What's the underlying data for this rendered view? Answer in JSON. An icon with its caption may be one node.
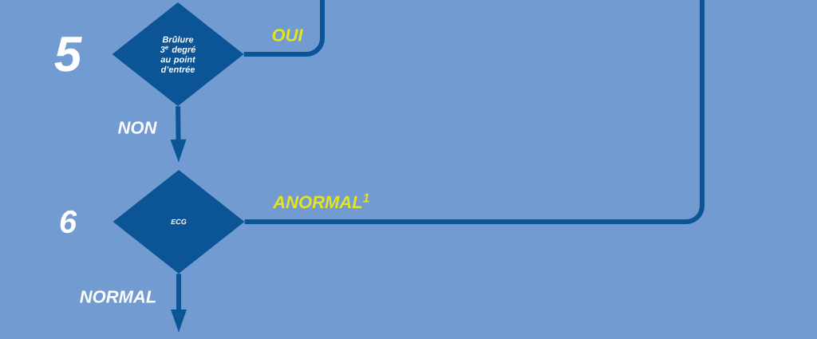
{
  "diagram": {
    "nodes": [
      {
        "text": [
          "Brûlure 3$^{e}$ degré au point d’entrée"
        ],
        "beside": [
          "5"
        ]
      },
      {
        "text": [
          "ECG"
        ],
        "beside": [
          "6"
        ]
      }
    ],
    "edges": [
      {
        "from": 0,
        "to": 1,
        "arrow": "to",
        "label": "NON"
      },
      {
        "from": 0,
        "to": null,
        "arrow": "none",
        "label": "OUI"
      },
      {
        "from": 1,
        "to": null,
        "arrow": "none",
        "label": "ANORMAL$^{1}$"
      },
      {
        "from": 1,
        "to": null,
        "arrow": "to",
        "label": "NORMAL"
      }
    ]
  }
}
